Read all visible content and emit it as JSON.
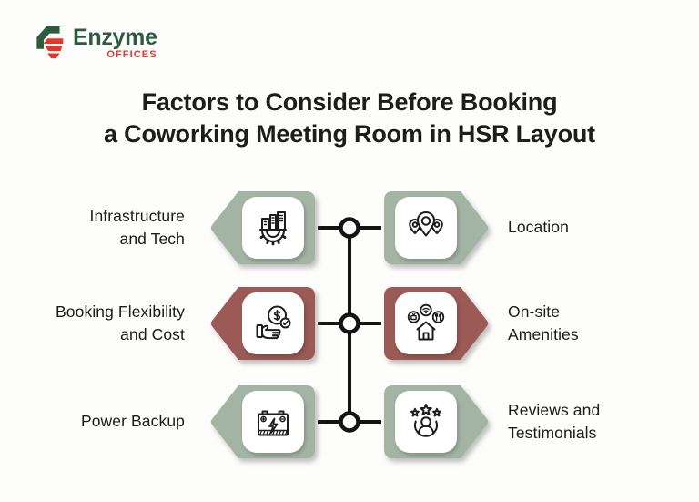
{
  "logo": {
    "brand": "Enzyme",
    "sub": "OFFICES"
  },
  "title": {
    "line1": "Factors to Consider Before Booking",
    "line2": "a Coworking Meeting Room in HSR Layout"
  },
  "colors": {
    "sage_green": "#a3b4a4",
    "maroon": "#9c5a57",
    "logo_green": "#2e5b3f",
    "logo_red": "#e1382c",
    "connector": "#131313",
    "icon_stroke": "#1c1c1c",
    "text": "#1b1b1b"
  },
  "rows": [
    {
      "left": {
        "label": "Infrastructure and Tech",
        "line1": "Infrastructure",
        "line2": "and Tech",
        "fill": "#a3b4a4",
        "icon": "infrastructure-icon"
      },
      "right": {
        "label": "Location",
        "line1": "Location",
        "line2": "",
        "fill": "#a3b4a4",
        "icon": "location-icon"
      }
    },
    {
      "left": {
        "label": "Booking Flexibility and Cost",
        "line1": "Booking Flexibility",
        "line2": "and Cost",
        "fill": "#9c5a57",
        "icon": "booking-cost-icon"
      },
      "right": {
        "label": "On-site Amenities",
        "line1": "On-site",
        "line2": "Amenities",
        "fill": "#9c5a57",
        "icon": "amenities-icon"
      }
    },
    {
      "left": {
        "label": "Power Backup",
        "line1": "Power Backup",
        "line2": "",
        "fill": "#a3b4a4",
        "icon": "power-backup-icon"
      },
      "right": {
        "label": "Reviews and Testimonials",
        "line1": "Reviews and",
        "line2": "Testimonials",
        "fill": "#a3b4a4",
        "icon": "reviews-icon"
      }
    }
  ]
}
